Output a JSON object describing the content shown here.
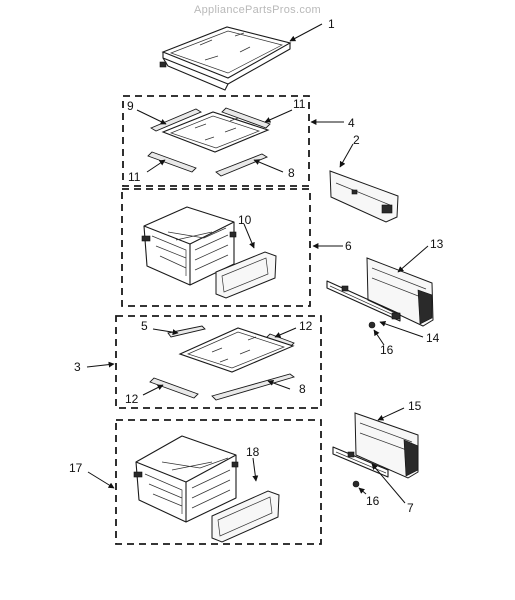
{
  "watermark": "AppliancePartsPros.com",
  "callouts": {
    "c1": "1",
    "c2": "2",
    "c3": "3",
    "c4": "4",
    "c5": "5",
    "c6": "6",
    "c7": "7",
    "c8a": "8",
    "c8b": "8",
    "c9": "9",
    "c10": "10",
    "c11a": "11",
    "c11b": "11",
    "c12a": "12",
    "c12b": "12",
    "c13": "13",
    "c14": "14",
    "c15": "15",
    "c16a": "16",
    "c16b": "16",
    "c17": "17",
    "c18": "18"
  }
}
